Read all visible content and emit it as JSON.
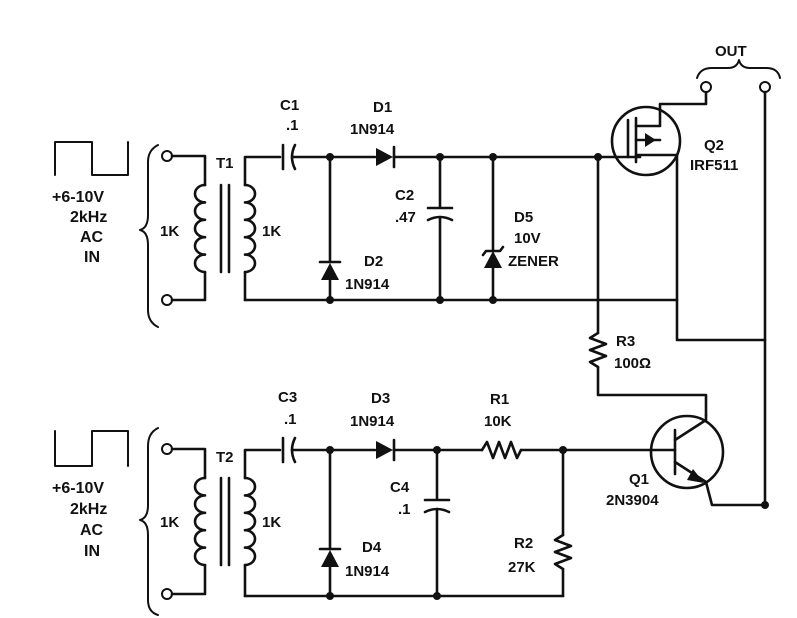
{
  "out_label": "OUT",
  "inputs": [
    {
      "voltage": "+6-10V",
      "freq": "2kHz",
      "ac": "AC",
      "in": "IN"
    },
    {
      "voltage": "+6-10V",
      "freq": "2kHz",
      "ac": "AC",
      "in": "IN"
    }
  ],
  "transformers": [
    {
      "ref": "T1",
      "primary": "1K",
      "secondary": "1K"
    },
    {
      "ref": "T2",
      "primary": "1K",
      "secondary": "1K"
    }
  ],
  "capacitors": [
    {
      "ref": "C1",
      "value": ".1"
    },
    {
      "ref": "C2",
      "value": ".47"
    },
    {
      "ref": "C3",
      "value": ".1"
    },
    {
      "ref": "C4",
      "value": ".1"
    }
  ],
  "diodes": [
    {
      "ref": "D1",
      "value": "1N914"
    },
    {
      "ref": "D2",
      "value": "1N914"
    },
    {
      "ref": "D3",
      "value": "1N914"
    },
    {
      "ref": "D4",
      "value": "1N914"
    },
    {
      "ref": "D5",
      "value": "10V",
      "type": "ZENER"
    }
  ],
  "resistors": [
    {
      "ref": "R1",
      "value": "10K"
    },
    {
      "ref": "R2",
      "value": "27K"
    },
    {
      "ref": "R3",
      "value": "100Ω"
    }
  ],
  "transistors": [
    {
      "ref": "Q1",
      "value": "2N3904"
    },
    {
      "ref": "Q2",
      "value": "IRF511"
    }
  ]
}
